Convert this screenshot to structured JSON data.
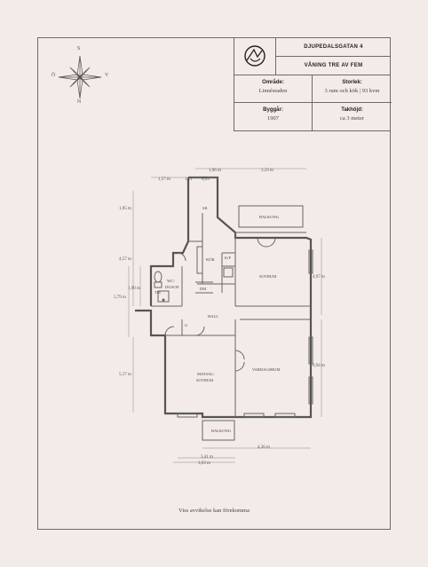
{
  "title_block": {
    "address": "DJUPEDALSGATAN 4",
    "floor": "VÅNING TRE AV FEM",
    "area_label": "Område:",
    "area_value": "Linnéstaden",
    "size_label": "Storlek:",
    "size_value": "3 rum och kök | 93 kvm",
    "year_label": "Byggår:",
    "year_value": "1907",
    "ceiling_label": "Takhöjd:",
    "ceiling_value": "ca 3 meter"
  },
  "compass": {
    "north": "N",
    "south": "S",
    "west": "V",
    "east": "Ö"
  },
  "rooms": {
    "balkong_top": "BALKONG",
    "sk": "SK",
    "kok": "KÖK",
    "kf": "K/F",
    "sovrum": "SOVRUM",
    "wc_line1": "WC/",
    "wc_line2": "DUSCH",
    "tm": "TM",
    "dm": "DM",
    "hall": "HALL",
    "g": "G",
    "matsal_line1": "MATSAL/",
    "matsal_line2": "SOVRUM",
    "vardagsrum": "VARDAGSRUM",
    "balkong_bottom": "BALKONG"
  },
  "dimensions": {
    "d_1_96": "1,96 m",
    "d_3_59": "3,59 m",
    "d_1_57": "1,57 m",
    "d_1_21": "1,21",
    "d_0_93": "0,93",
    "d_1_95": "1,95 m",
    "d_4_57": "4,57 m",
    "d_5_79": "5,79 m",
    "d_1_90": "1,90 m",
    "d_4_97": "4,97 m",
    "d_5_17": "5,17 m",
    "d_6_94": "6,94 m",
    "d_4_36": "4,36 m",
    "d_3_41": "3,41 m",
    "d_3_63": "3,63 m"
  },
  "disclaimer": "Viss avvikelse kan förekomma",
  "colors": {
    "background": "#f3ebe7",
    "line": "#6d6a68",
    "wall": "#555555"
  }
}
